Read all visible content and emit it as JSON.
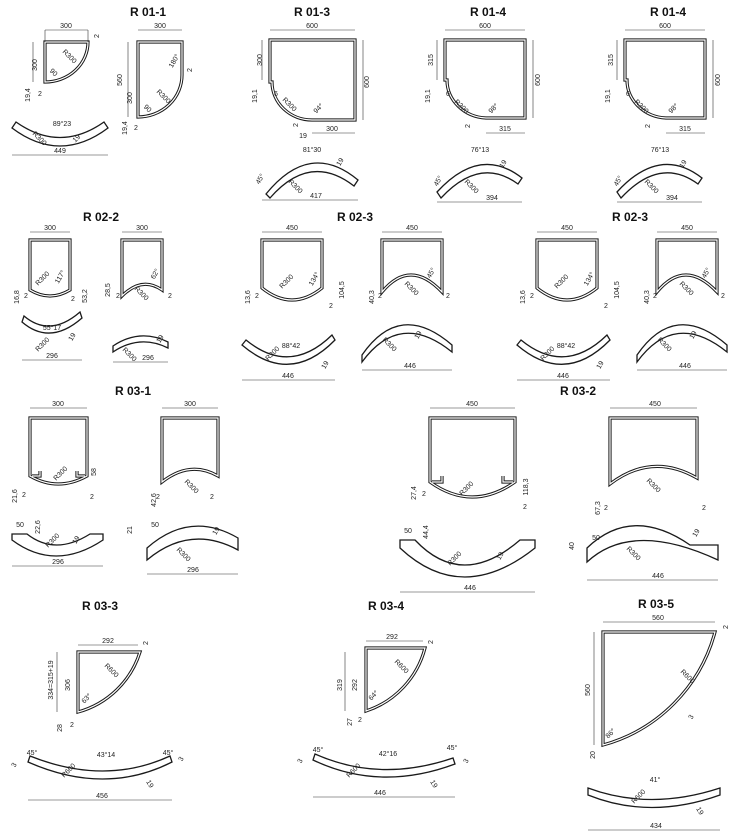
{
  "models": [
    {
      "title": "R 01-1",
      "labels": [
        "300",
        "2",
        "300",
        "19,4",
        "2",
        "R300",
        "90",
        "89°23",
        "R300",
        "19",
        "449",
        "300",
        "560",
        "300",
        "180°",
        "2",
        "R300",
        "90",
        "19,4",
        "2"
      ]
    },
    {
      "title": "R 01-3",
      "labels": [
        "600",
        "300",
        "600",
        "19,1",
        "6",
        "R300",
        "94°",
        "2",
        "19",
        "300",
        "81°30",
        "45°",
        "19",
        "R300",
        "417"
      ]
    },
    {
      "title": "R 01-4",
      "labels": [
        "600",
        "315",
        "600",
        "19,1",
        "6",
        "R300",
        "98°",
        "2",
        "315",
        "76°13",
        "45°",
        "19",
        "R300",
        "394"
      ]
    },
    {
      "title": "R 01-4",
      "labels": [
        "600",
        "315",
        "600",
        "19,1",
        "6",
        "R300",
        "98°",
        "2",
        "315",
        "76°13",
        "45°",
        "19",
        "R300",
        "394"
      ]
    },
    {
      "title": "R 02-2",
      "labels": [
        "300",
        "R300",
        "117°",
        "16,8",
        "2",
        "2",
        "53,2",
        "300",
        "62°",
        "R300",
        "28,5",
        "2",
        "2",
        "55°17",
        "R300",
        "19",
        "296",
        "R300",
        "19",
        "296"
      ]
    },
    {
      "title": "R 02-3",
      "labels": [
        "450",
        "R300",
        "134°",
        "13,6",
        "2",
        "2",
        "104,5",
        "450",
        "45°",
        "R300",
        "40,3",
        "2",
        "2",
        "88°42",
        "R300",
        "19",
        "446",
        "R300",
        "19",
        "446"
      ]
    },
    {
      "title": "R 02-3",
      "labels": [
        "450",
        "R300",
        "134°",
        "13,6",
        "2",
        "2",
        "104,5",
        "450",
        "45°",
        "R300",
        "40,3",
        "2",
        "2",
        "88°42",
        "R300",
        "19",
        "446",
        "R300",
        "19",
        "446"
      ]
    },
    {
      "title": "R 03-1",
      "labels": [
        "300",
        "R300",
        "58",
        "21,6",
        "2",
        "2",
        "300",
        "R300",
        "42,6",
        "2",
        "2",
        "50",
        "22,6",
        "R300",
        "19",
        "296",
        "21",
        "50",
        "R300",
        "19",
        "296"
      ]
    },
    {
      "title": "R 03-2",
      "labels": [
        "450",
        "R300",
        "27,4",
        "2",
        "118,3",
        "2",
        "450",
        "R300",
        "67,3",
        "2",
        "2",
        "50",
        "44,4",
        "R300",
        "19",
        "446",
        "40",
        "50",
        "R300",
        "19",
        "446"
      ]
    },
    {
      "title": "R 03-3",
      "labels": [
        "292",
        "2",
        "R600",
        "334=315+19",
        "306",
        "63°",
        "28",
        "2",
        "45°",
        "43°14",
        "45°",
        "3",
        "R600",
        "19",
        "456",
        "3"
      ]
    },
    {
      "title": "R 03-4",
      "labels": [
        "292",
        "2",
        "R600",
        "319",
        "292",
        "64°",
        "27",
        "2",
        "45°",
        "42°16",
        "45°",
        "3",
        "R600",
        "19",
        "446",
        "3"
      ]
    },
    {
      "title": "R 03-5",
      "labels": [
        "560",
        "2",
        "560",
        "R600",
        "3",
        "86°",
        "20",
        "41°",
        "R600",
        "19",
        "434"
      ]
    }
  ]
}
